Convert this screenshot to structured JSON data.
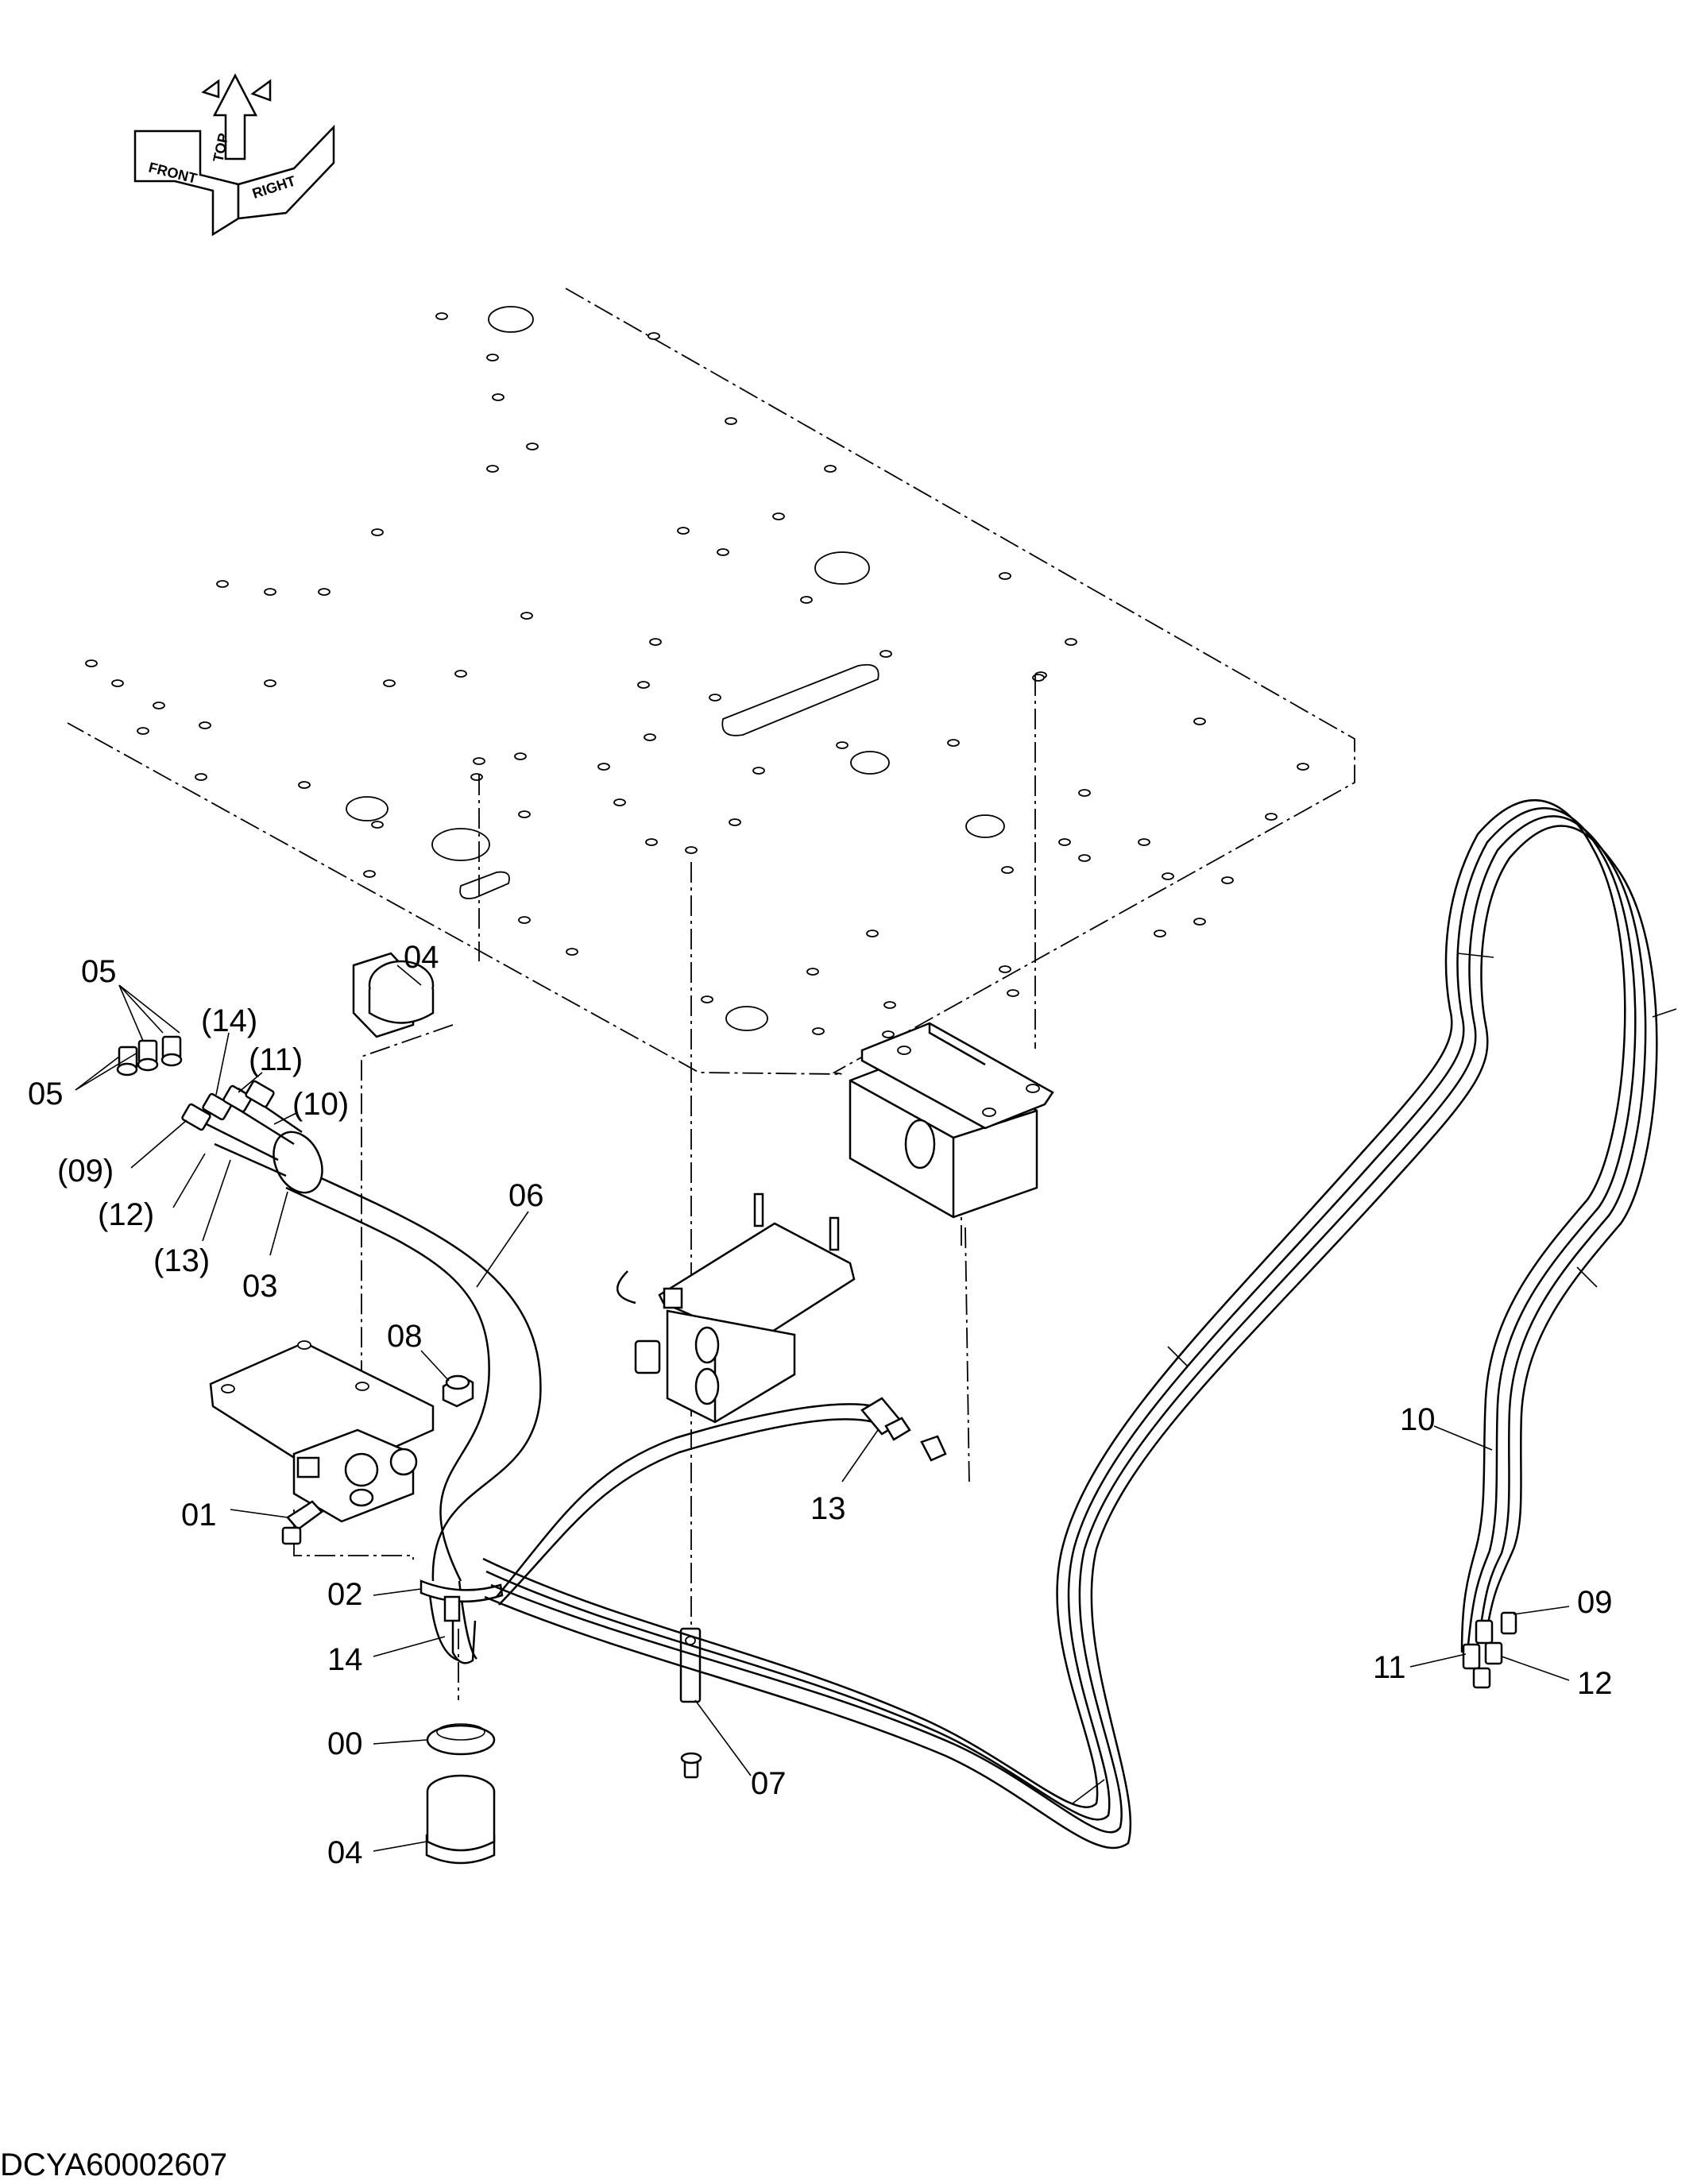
{
  "diagram": {
    "drawing_code": "DCYA60002607",
    "orientation_marks": [
      "FRONT",
      "TOP",
      "RIGHT"
    ],
    "callouts": {
      "c05a": "05",
      "c05b": "05",
      "c14p": "(14)",
      "c11p": "(11)",
      "c10p": "(10)",
      "c09p": "(09)",
      "c12p": "(12)",
      "c13p": "(13)",
      "c04a": "04",
      "c03": "03",
      "c06": "06",
      "c08": "08",
      "c01": "01",
      "c02": "02",
      "c14": "14",
      "c00": "00",
      "c04b": "04",
      "c07": "07",
      "c13": "13",
      "c10": "10",
      "c09": "09",
      "c11": "11",
      "c12": "12"
    }
  }
}
